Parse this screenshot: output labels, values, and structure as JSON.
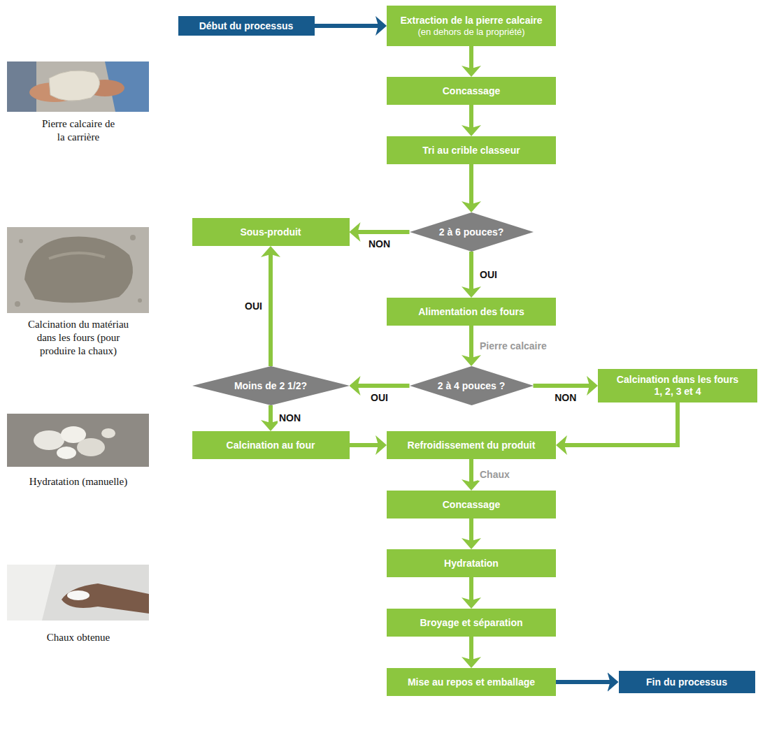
{
  "diagram": {
    "nodes": [
      {
        "text": [
          "Début du processus"
        ]
      },
      {
        "text": [
          "Extraction de la pierre calcaire",
          "(en dehors de la propriété)"
        ]
      },
      {
        "text": [
          "Concassage"
        ]
      },
      {
        "text": [
          "Tri au crible classeur"
        ]
      },
      {
        "text": [
          "Sous-produit"
        ]
      },
      {
        "text": [
          "2 à 6 pouces?"
        ]
      },
      {
        "text": [
          "Alimentation des fours"
        ]
      },
      {
        "text": [
          "Moins de 2 1/2?"
        ]
      },
      {
        "text": [
          "2 à 4 pouces ?"
        ]
      },
      {
        "text": [
          "Calcination dans les fours 1, 2, 3 et 4"
        ]
      },
      {
        "text": [
          "Calcination au four"
        ]
      },
      {
        "text": [
          "Refroidissement du produit"
        ]
      },
      {
        "text": [
          "Concassage"
        ]
      },
      {
        "text": [
          "Hydratation"
        ]
      },
      {
        "text": [
          "Broyage et séparation"
        ]
      },
      {
        "text": [
          "Mise au repos et emballage"
        ]
      },
      {
        "text": [
          "Fin du processus"
        ]
      }
    ],
    "edges": [
      {
        "from": 0,
        "to": 1,
        "arrow": "to"
      },
      {
        "from": 1,
        "to": 2,
        "arrow": "to"
      },
      {
        "from": 2,
        "to": 3,
        "arrow": "to"
      },
      {
        "from": 3,
        "to": 5,
        "arrow": "to"
      },
      {
        "from": 5,
        "to": 4,
        "label": "NON",
        "arrow": "to"
      },
      {
        "from": 5,
        "to": 6,
        "label": "OUI",
        "arrow": "to"
      },
      {
        "from": 6,
        "to": 8,
        "label": "Pierre calcaire",
        "arrow": "to"
      },
      {
        "from": 8,
        "to": 7,
        "label": "OUI",
        "arrow": "to"
      },
      {
        "from": 8,
        "to": 9,
        "label": "NON",
        "arrow": "to"
      },
      {
        "from": 7,
        "to": 4,
        "label": "OUI",
        "arrow": "to"
      },
      {
        "from": 7,
        "to": 10,
        "label": "NON",
        "arrow": "to"
      },
      {
        "from": 10,
        "to": 11,
        "arrow": "to"
      },
      {
        "from": 9,
        "to": 11,
        "arrow": "to"
      },
      {
        "from": 11,
        "to": 12,
        "label": "Chaux",
        "arrow": "to"
      },
      {
        "from": 12,
        "to": 13,
        "arrow": "to"
      },
      {
        "from": 13,
        "to": 14,
        "arrow": "to"
      },
      {
        "from": 14,
        "to": 15,
        "arrow": "to"
      },
      {
        "from": 15,
        "to": 16,
        "arrow": "to"
      }
    ],
    "labels": [
      "Pierre calcaire de la carrière",
      "Calcination du matériau dans les fours (pour produire la chaux)",
      "Hydratation (manuelle)",
      "Chaux obtenue"
    ]
  }
}
